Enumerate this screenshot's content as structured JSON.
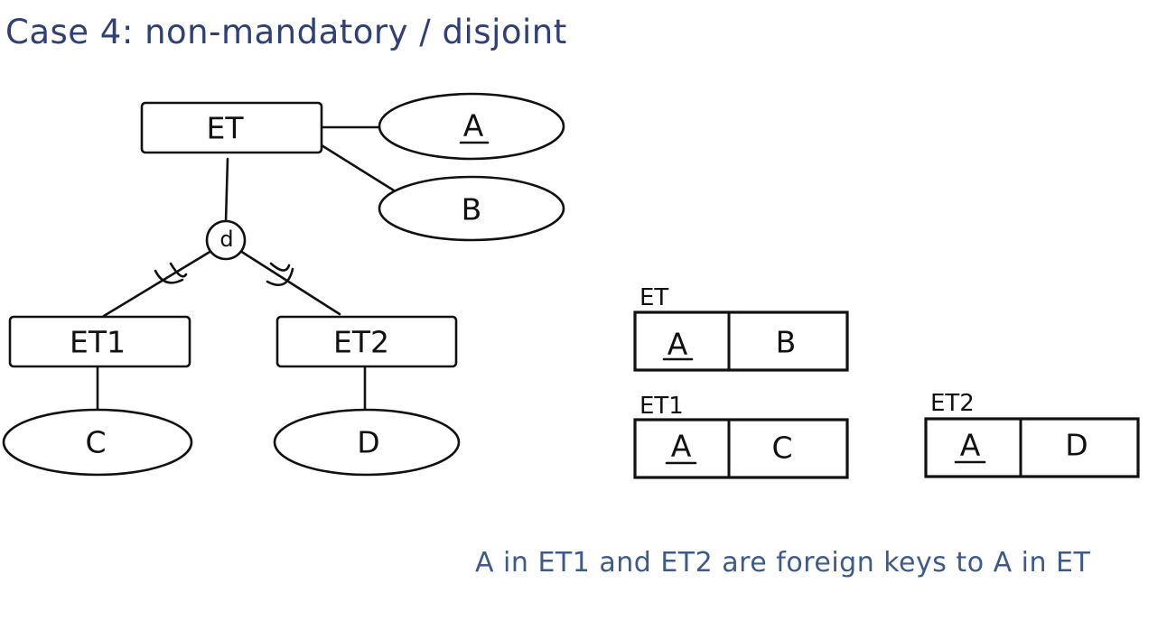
{
  "title": "Case 4: non-mandatory / disjoint",
  "note": "A in ET1 and ET2 are foreign keys to A in ET",
  "er": {
    "entity_et": "ET",
    "entity_et1": "ET1",
    "entity_et2": "ET2",
    "attr_a": "A",
    "attr_b": "B",
    "attr_c": "C",
    "attr_d": "D",
    "disjoint_symbol": "d"
  },
  "tables": {
    "et": {
      "name": "ET",
      "col1": "A",
      "col2": "B"
    },
    "et1": {
      "name": "ET1",
      "col1": "A",
      "col2": "C"
    },
    "et2": {
      "name": "ET2",
      "col1": "A",
      "col2": "D"
    }
  }
}
